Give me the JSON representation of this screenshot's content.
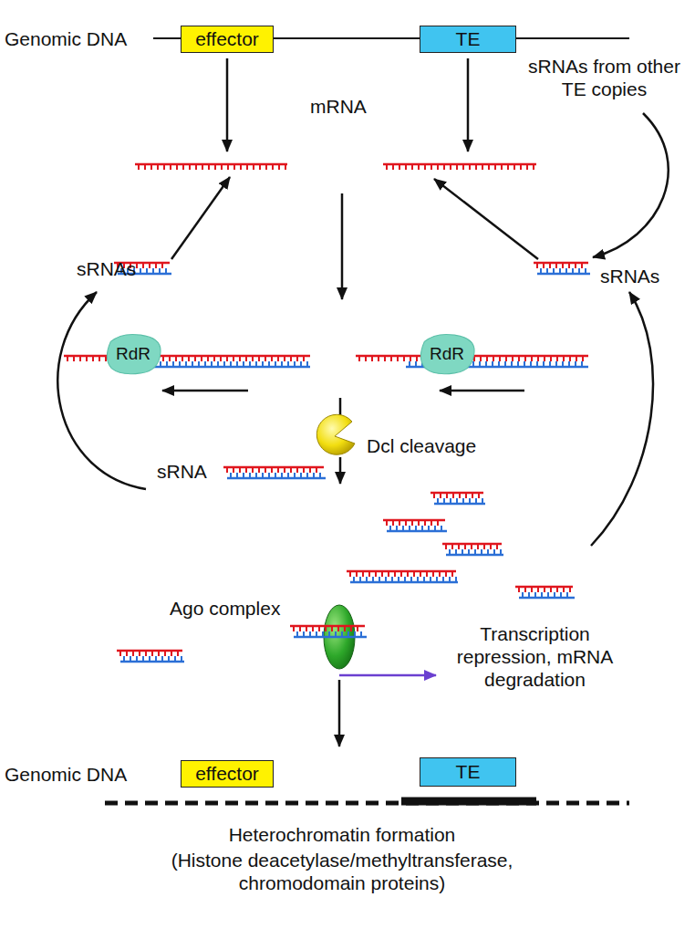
{
  "diagram": {
    "nodes": [
      {
        "text": [
          "effector"
        ]
      },
      {
        "text": [
          "TE"
        ]
      },
      {
        "text": [
          "RdR"
        ]
      },
      {
        "text": [
          "RdR"
        ]
      },
      {
        "text": [
          "effector"
        ]
      },
      {
        "text": [
          "TE"
        ]
      }
    ],
    "labels": [
      "Genomic DNA",
      "mRNA",
      "sRNAs from other TE copies",
      "sRNAs",
      "sRNAs",
      "Dcl cleavage",
      "sRNA",
      "Ago complex",
      "Transcription repression, mRNA degradation",
      "Genomic DNA",
      "Heterochromatin formation",
      "(Histone deacetylase/methyltransferase, chromodomain proteins)"
    ]
  }
}
